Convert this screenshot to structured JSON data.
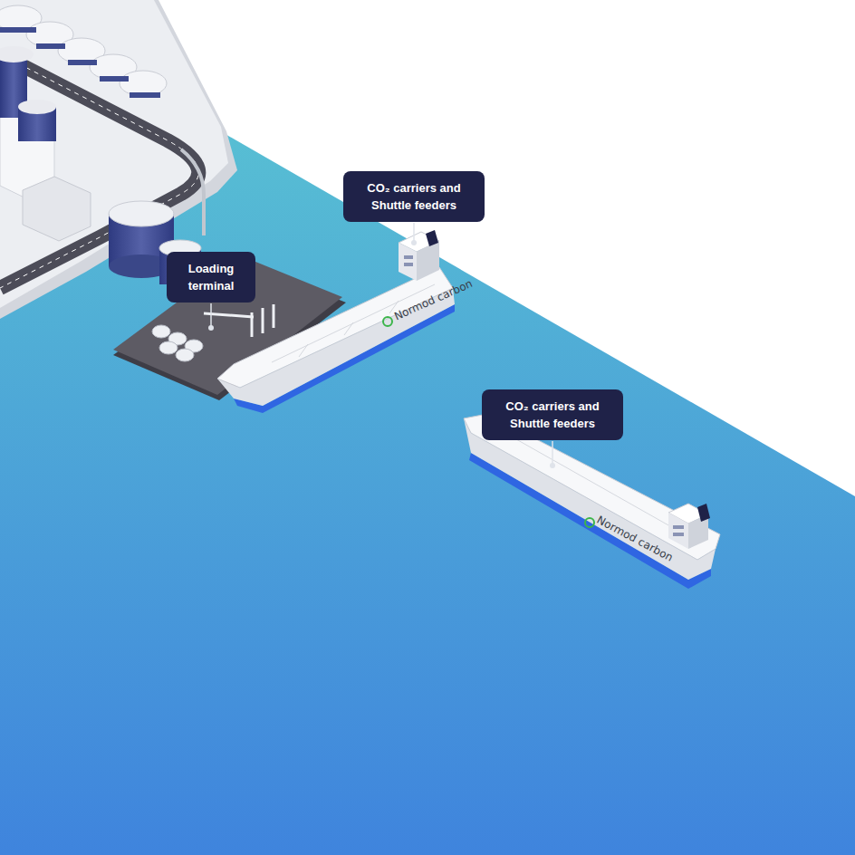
{
  "diagram": {
    "nodes": [
      {
        "text": [
          "CO₂ carriers and Shuttle feeders"
        ]
      },
      {
        "text": [
          "Loading terminal"
        ]
      },
      {
        "text": [
          "CO₂ carriers and Shuttle feeders"
        ]
      }
    ],
    "labels": [
      "Normod carbon",
      "Normod carbon"
    ]
  }
}
